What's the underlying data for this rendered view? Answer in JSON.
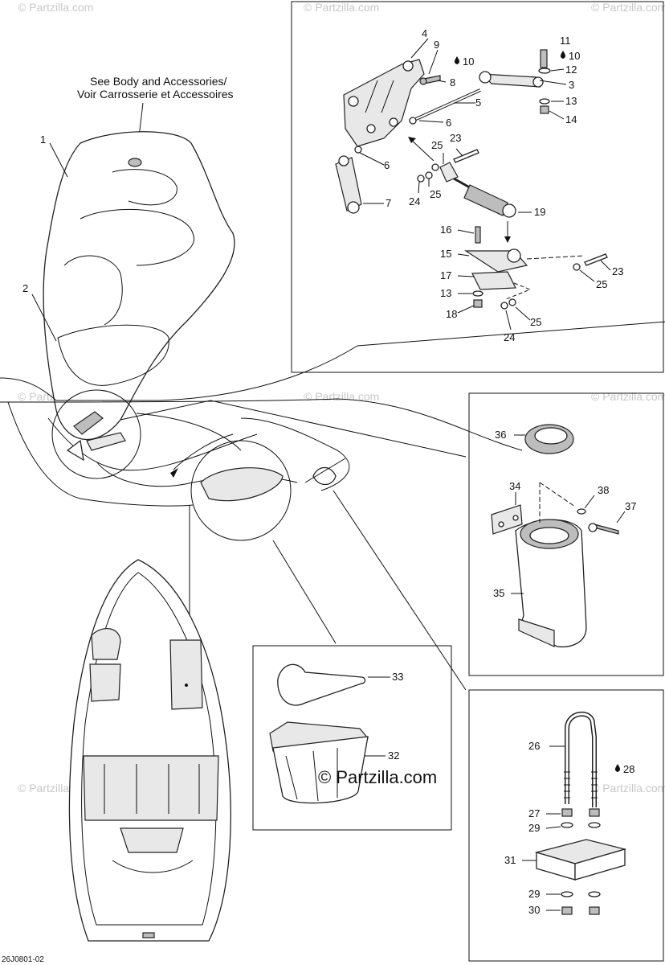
{
  "note": {
    "line1": "See Body and Accessories/",
    "line2": "Voir Carrosserie et Accessoires"
  },
  "watermark": "© Partzilla.com",
  "brand": "© Partzilla.com",
  "drawing_code": "26J0801-02",
  "oil_icon": "oil-drop-icon",
  "callouts": {
    "c1": "1",
    "c2": "2",
    "c3": "3",
    "c4": "4",
    "c5": "5",
    "c6a": "6",
    "c6b": "6",
    "c7": "7",
    "c8": "8",
    "c9": "9",
    "c10a": "10",
    "c10b": "10",
    "c11": "11",
    "c12": "12",
    "c13a": "13",
    "c13b": "13",
    "c14": "14",
    "c15": "15",
    "c16": "16",
    "c17": "17",
    "c18": "18",
    "c19": "19",
    "c23a": "23",
    "c23b": "23",
    "c24a": "24",
    "c24b": "24",
    "c25a": "25",
    "c25b": "25",
    "c25c": "25",
    "c25d": "25",
    "c26": "26",
    "c27": "27",
    "c28": "28",
    "c29a": "29",
    "c29b": "29",
    "c30": "30",
    "c31": "31",
    "c32": "32",
    "c33": "33",
    "c34": "34",
    "c35": "35",
    "c36": "36",
    "c37": "37",
    "c38": "38"
  }
}
